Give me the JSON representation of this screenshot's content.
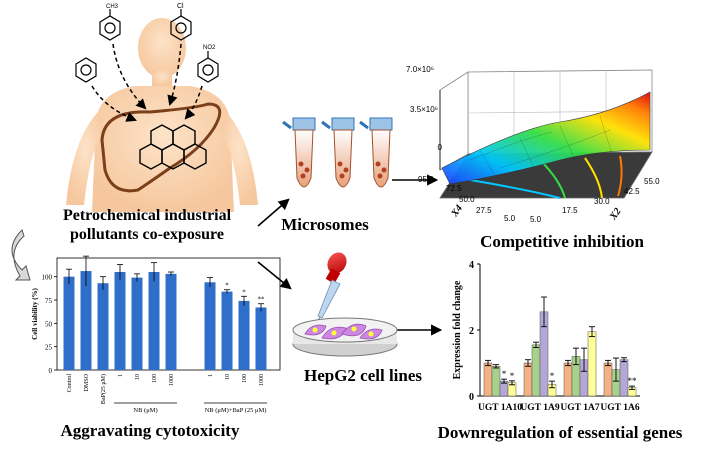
{
  "labels": {
    "pollutants_line1": "Petrochemical industrial",
    "pollutants_line2": "pollutants co-exposure",
    "microsomes": "Microsomes",
    "competitive": "Competitive inhibition",
    "hepg2": "HepG2  cell lines",
    "cytotoxicity": "Aggravating cytotoxicity",
    "downregulation": "Downregulation  of  essential genes"
  },
  "molecules": {
    "toluene_sub": "CH3",
    "chloro_sub": "Cl",
    "nitro_sub": "NO2"
  },
  "surface_plot": {
    "z_ticks": [
      "7.0×10⁶",
      "3.5×10⁶",
      "0"
    ],
    "x4_ticks": [
      "95.0",
      "72.5",
      "50.0",
      "27.5",
      "5.0"
    ],
    "x4_label": "X4",
    "x2_ticks": [
      "5.0",
      "17.5",
      "30.0",
      "42.5",
      "55.0"
    ],
    "x2_label": "X2"
  },
  "chart_data": [
    {
      "type": "bar",
      "ylabel": "Cell viability (%)",
      "ylim": [
        0,
        120
      ],
      "yticks": [
        0,
        25,
        50,
        75,
        100
      ],
      "categories": [
        "Control",
        "DMSO",
        "BaP(25 μM)",
        "1",
        "10",
        "100",
        "1000",
        "1",
        "10",
        "100",
        "1000"
      ],
      "values": [
        100,
        106,
        93,
        105,
        99,
        105,
        103,
        94,
        84,
        74,
        67
      ],
      "errors": [
        8,
        16,
        7,
        8,
        4,
        10,
        2,
        5,
        2,
        5,
        4
      ],
      "significance": [
        "",
        "",
        "",
        "",
        "",
        "",
        "",
        "",
        "*",
        "*",
        "**"
      ],
      "group_labels": [
        "NB (μM)",
        "NB (μM)+BaP (25 μM)"
      ],
      "color": "#2f6fc9"
    },
    {
      "type": "bar",
      "ylabel": "Expression fold change",
      "ylim": [
        0,
        4
      ],
      "yticks": [
        0,
        2,
        4
      ],
      "categories": [
        "UGT 1A10",
        "UGT 1A9",
        "UGT 1A7",
        "UGT 1A6"
      ],
      "series_colors": [
        "#f4b183",
        "#a9d18e",
        "#b4a7d6",
        "#ffff99"
      ],
      "values": [
        [
          1.0,
          0.9,
          0.45,
          0.4
        ],
        [
          1.0,
          1.55,
          2.55,
          0.35
        ],
        [
          1.0,
          1.2,
          1.1,
          1.95
        ],
        [
          1.0,
          0.8,
          1.1,
          0.25
        ]
      ],
      "errors": [
        [
          0.08,
          0.05,
          0.06,
          0.06
        ],
        [
          0.1,
          0.08,
          0.45,
          0.1
        ],
        [
          0.08,
          0.25,
          0.35,
          0.15
        ],
        [
          0.08,
          0.35,
          0.06,
          0.05
        ]
      ],
      "significance": [
        [
          "",
          "",
          "*",
          "*"
        ],
        [
          "",
          "",
          "",
          "*"
        ],
        [
          "",
          "",
          "",
          ""
        ],
        [
          "",
          "",
          "",
          "**"
        ]
      ]
    }
  ]
}
